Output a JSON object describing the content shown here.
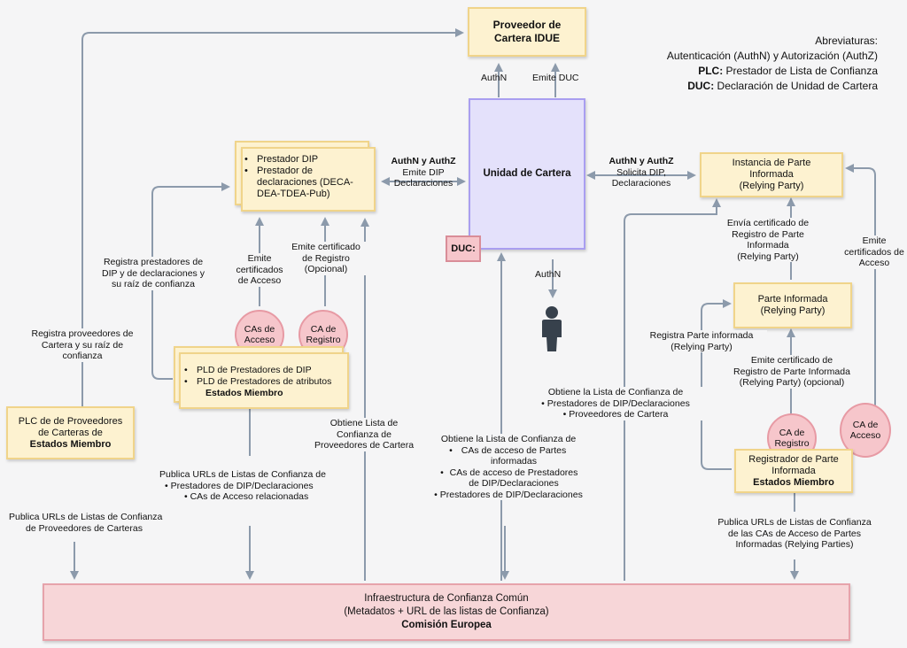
{
  "colors": {
    "arrow": "#8c9aab",
    "yellow_fill": "#fdf2d0",
    "yellow_border": "#f0d48a",
    "wallet_fill": "#e4e1fb",
    "wallet_border": "#a99ef0",
    "pink_fill": "#f6c6cb",
    "pink_border": "#e79aa4",
    "infra_fill": "#f7d6d8",
    "person": "#37414c"
  },
  "abbreviations": {
    "title": "Abreviaturas:",
    "line1": "Autenticación (AuthN) y Autorización (AuthZ)",
    "line2_key": "PLC:",
    "line2_text": " Prestador de Lista de Confianza",
    "line3_key": "DUC:",
    "line3_text": " Declaración de Unidad de Cartera"
  },
  "boxes": {
    "provider_idue": {
      "line1": "Proveedor de",
      "line2": "Cartera IDUE"
    },
    "wallet_unit": {
      "label": "Unidad de Cartera"
    },
    "duc": {
      "label": "DUC:"
    },
    "dip_providers": {
      "item1": "Prestador DIP",
      "item2": "Prestador de declaraciones (DECA-DEA-TDEA-Pub)"
    },
    "pld": {
      "item1": "PLD de Prestadores de DIP",
      "item2": "PLD  de Prestadores de atributos",
      "footer": "Estados Miembro"
    },
    "plc": {
      "line1": "PLC  de  de Proveedores",
      "line2": "de Carteras de",
      "line3": "Estados Miembro"
    },
    "rp_instance": {
      "line1": "Instancia de Parte",
      "line2": "Informada",
      "line3": "(Relying Party)"
    },
    "rp": {
      "line1": "Parte Informada",
      "line2": "(Relying Party)"
    },
    "rp_registrar": {
      "line1": "Registrador de Parte",
      "line2": "Informada",
      "line3": "Estados Miembro"
    },
    "infra": {
      "line1": "Infraestructura de Confianza Común",
      "line2": "(Metadatos + URL de las listas de Confianza)",
      "line3": "Comisión Europea"
    }
  },
  "circles": {
    "ca_access_left": {
      "line1": "CAs de",
      "line2": "Acceso"
    },
    "ca_registry_left": {
      "line1": "CA de",
      "line2": "Registro"
    },
    "ca_registry_right": {
      "line1": "CA de",
      "line2": "Registro"
    },
    "ca_access_right": {
      "line1": "CA de",
      "line2": "Acceso"
    }
  },
  "labels": {
    "authn_top": "AuthN",
    "emite_duc": "Emite DUC",
    "authn_authz_left": {
      "line1": "AuthN y AuthZ",
      "line2": "Emite DIP",
      "line3": "Declaraciones"
    },
    "authn_authz_right": {
      "line1": "AuthN y AuthZ",
      "line2": "Solicita DIP,",
      "line3": "Declaraciones"
    },
    "authn_person": "AuthN",
    "emite_cert_acceso": {
      "line1": "Emite",
      "line2": "certificados",
      "line3": "de Acceso"
    },
    "emite_cert_registro": {
      "line1": "Emite certificado",
      "line2": "de Registro",
      "line3": "(Opcional)"
    },
    "registra_prestadores": {
      "line1": "Registra prestadores de",
      "line2": "DIP y de declaraciones y",
      "line3": "su raíz de confianza"
    },
    "registra_proveedores": {
      "line1": "Registra proveedores de",
      "line2": "Cartera y su raíz de",
      "line3": "confianza"
    },
    "publica_plc": {
      "line1": "Publica URLs de Listas de Confianza",
      "line2": "de Proveedores de Carteras"
    },
    "publica_pld": {
      "line1": "Publica URLs de Listas de Confianza de",
      "item1": "Prestadores de DIP/Declaraciones",
      "item2": "CAs de Acceso relacionadas"
    },
    "obtiene_lista_proveedores": {
      "line1": "Obtiene Lista de",
      "line2": "Confianza de",
      "line3": "Proveedores de Cartera"
    },
    "obtiene_lista_wallet": {
      "line1": "Obtiene la Lista de Confianza de",
      "item1": "CAs de acceso de Partes informadas",
      "item2": "CAs de acceso de Prestadores de DIP/Declaraciones",
      "item3": "Prestadores de DIP/Declaraciones"
    },
    "obtiene_lista_rp": {
      "line1": "Obtiene la Lista de Confianza de",
      "item1": "Prestadores de DIP/Declaraciones",
      "item2": "Proveedores de Cartera"
    },
    "envia_cert": {
      "line1": "Envía certificado de",
      "line2": "Registro de Parte",
      "line3": "Informada",
      "line4": "(Relying Party)"
    },
    "emite_cert_acceso_right": {
      "line1": "Emite",
      "line2": "certificados de",
      "line3": "Acceso"
    },
    "registra_parte": {
      "line1": "Registra Parte informada",
      "line2": "(Relying Party)"
    },
    "emite_cert_registro_rp": {
      "line1": "Emite certificado de",
      "line2": "Registro de Parte Informada",
      "line3": "(Relying Party) (opcional)"
    },
    "publica_rp": {
      "line1": "Publica URLs de Listas de Confianza",
      "line2": "de las CAs de Acceso de Partes",
      "line3": "Informadas (Relying Parties)"
    }
  }
}
